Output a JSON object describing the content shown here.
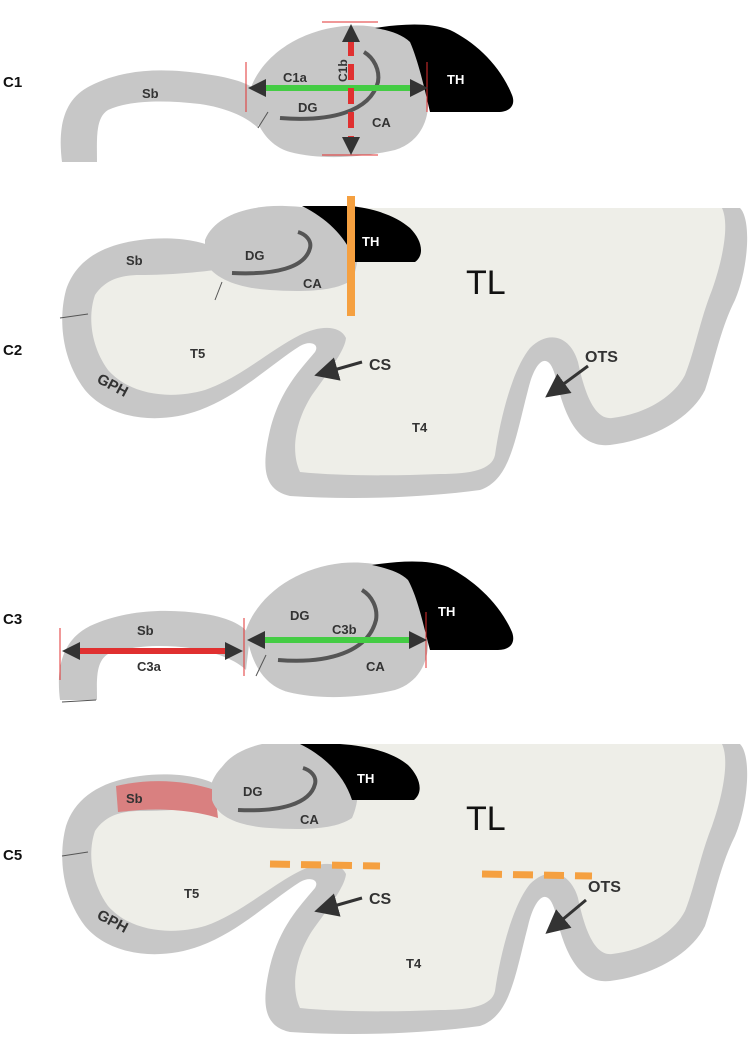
{
  "panels": {
    "c1": {
      "label": "C1",
      "regions": {
        "sb": "Sb",
        "dg": "DG",
        "ca": "CA",
        "th": "TH"
      },
      "measures": {
        "c1a": "C1a",
        "c1b": "C1b"
      }
    },
    "c2": {
      "label": "C2",
      "regions": {
        "sb": "Sb",
        "dg": "DG",
        "ca": "CA",
        "th": "TH",
        "tl": "TL",
        "t5": "T5",
        "t4": "T4",
        "gph": "GPH",
        "cs": "CS",
        "ots": "OTS"
      }
    },
    "c3": {
      "label": "C3",
      "regions": {
        "sb": "Sb",
        "dg": "DG",
        "ca": "CA",
        "th": "TH"
      },
      "measures": {
        "c3a": "C3a",
        "c3b": "C3b"
      }
    },
    "c5": {
      "label": "C5",
      "regions": {
        "sb": "Sb",
        "dg": "DG",
        "ca": "CA",
        "th": "TH",
        "tl": "TL",
        "t5": "T5",
        "t4": "T4",
        "gph": "GPH",
        "cs": "CS",
        "ots": "OTS"
      }
    }
  },
  "colors": {
    "gray_matter": "#c7c7c7",
    "white_matter": "#eeeee8",
    "thalamus": "#000000",
    "measure_green": "#44cc44",
    "measure_red": "#e03030",
    "measure_orange": "#f5a040",
    "sb_highlight": "#d98080"
  }
}
